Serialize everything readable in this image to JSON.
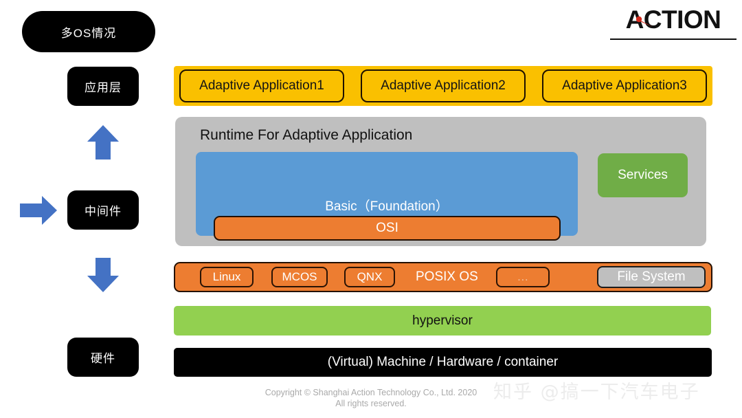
{
  "logo": {
    "text": "ACTION",
    "needle_color": "#D42B1E",
    "rule_color": "#111111"
  },
  "left_labels": [
    {
      "name": "multi-os",
      "text": "多OS情况"
    },
    {
      "name": "application-layer",
      "text": "应用层"
    },
    {
      "name": "middleware",
      "text": "中间件"
    },
    {
      "name": "hardware",
      "text": "硬件"
    }
  ],
  "arrows": [
    {
      "name": "arrow-up",
      "direction": "up",
      "color": "#4472C4"
    },
    {
      "name": "arrow-right",
      "direction": "right",
      "color": "#4472C4"
    },
    {
      "name": "arrow-down",
      "direction": "down",
      "color": "#4472C4"
    }
  ],
  "application_band": {
    "color": "#FAC000",
    "apps": [
      {
        "label": "Adaptive  Application1"
      },
      {
        "label": "Adaptive  Application2"
      },
      {
        "label": "Adaptive  Application3"
      }
    ]
  },
  "runtime": {
    "title": "Runtime For Adaptive Application",
    "panel_color": "#BFBFBF",
    "foundation": {
      "label": "Basic（Foundation）",
      "color": "#5B9BD5"
    },
    "osi": {
      "label": "OSI",
      "color": "#ED7D31"
    },
    "services": {
      "label": "Services",
      "color": "#70AD47"
    }
  },
  "os_band": {
    "color": "#ED7D31",
    "chips": [
      {
        "label": "Linux"
      },
      {
        "label": "MCOS"
      },
      {
        "label": "QNX"
      }
    ],
    "plain_label": "POSIX OS",
    "ellipsis_label": "…",
    "file_system": {
      "label": "File System",
      "color": "#BFBFBF"
    }
  },
  "hypervisor": {
    "label": "hypervisor",
    "color": "#92D050"
  },
  "hardware_band": {
    "label": "(Virtual) Machine / Hardware / container",
    "color": "#000000"
  },
  "footer": {
    "line1": "Copyright © Shanghai Action Technology Co., Ltd. 2020",
    "line2": "All rights reserved."
  },
  "watermark": {
    "text": "知乎 @搞一下汽车电子"
  }
}
